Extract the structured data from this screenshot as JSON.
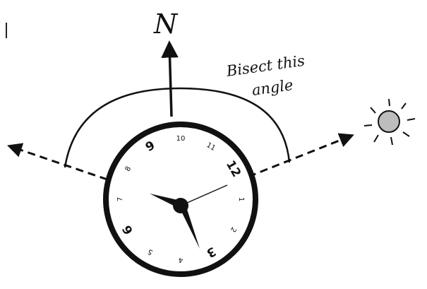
{
  "diagram": {
    "north_label": "N",
    "annotation_line1": "Bisect this",
    "annotation_line2": "angle",
    "clock_numbers": [
      {
        "label": "12",
        "angle": 0
      },
      {
        "label": "1",
        "angle": 30
      },
      {
        "label": "2",
        "angle": 60
      },
      {
        "label": "3",
        "angle": 90
      },
      {
        "label": "4",
        "angle": 120
      },
      {
        "label": "5",
        "angle": 150
      },
      {
        "label": "6",
        "angle": 180
      },
      {
        "label": "7",
        "angle": 210
      },
      {
        "label": "8",
        "angle": 240
      },
      {
        "label": "9",
        "angle": 270
      },
      {
        "label": "10",
        "angle": 300
      },
      {
        "label": "11",
        "angle": 330
      }
    ],
    "colors": {
      "ink": "#111111",
      "sun_fill": "#bdbdbd",
      "background": "#ffffff"
    }
  }
}
